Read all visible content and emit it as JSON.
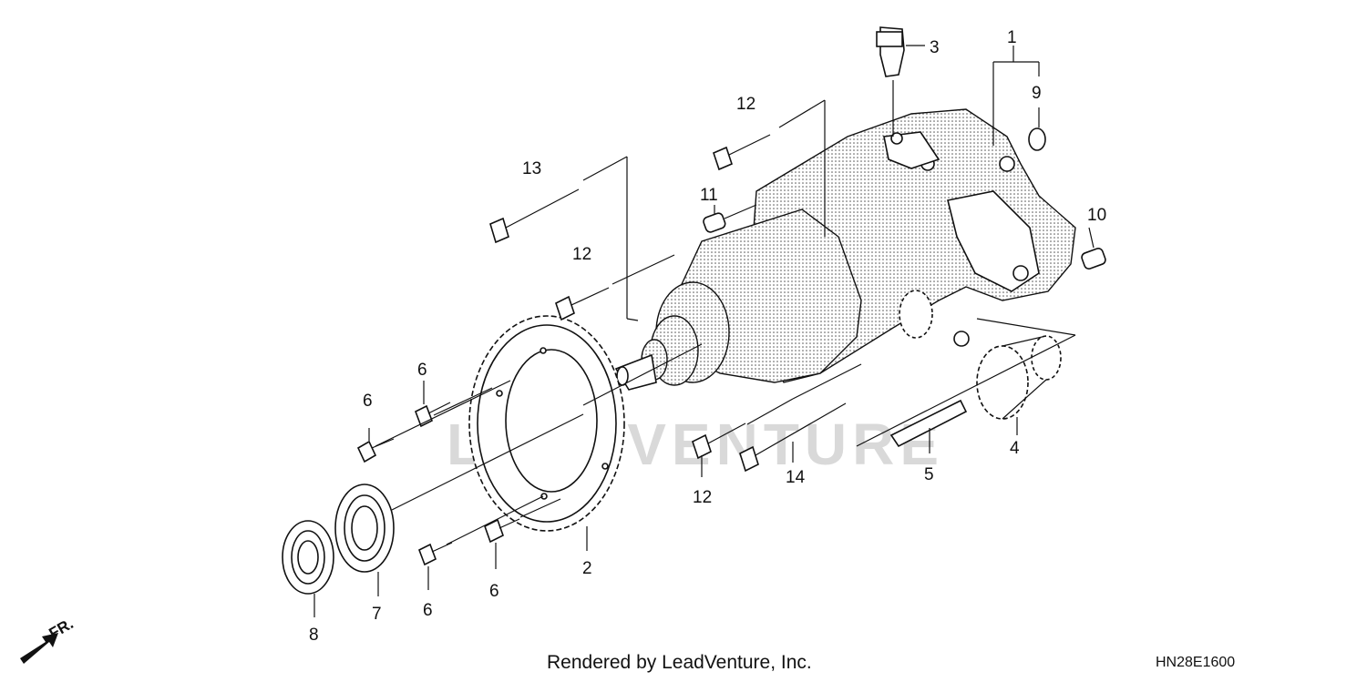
{
  "labels": {
    "p1": "1",
    "p2": "2",
    "p3": "3",
    "p4": "4",
    "p5": "5",
    "p6a": "6",
    "p6b": "6",
    "p6c": "6",
    "p6d": "6",
    "p7": "7",
    "p8": "8",
    "p9": "9",
    "p10": "10",
    "p11": "11",
    "p12a": "12",
    "p12b": "12",
    "p12c": "12",
    "p13": "13",
    "p14": "14",
    "front": "FR."
  },
  "watermark": "LEADVENTURE",
  "footer": {
    "credit": "Rendered by LeadVenture, Inc.",
    "diagram_code": "HN28E1600"
  },
  "colors": {
    "line": "#111111",
    "watermark": "#d9d9d9",
    "background": "#ffffff"
  },
  "icons": [
    "front-direction-arrow-icon"
  ]
}
